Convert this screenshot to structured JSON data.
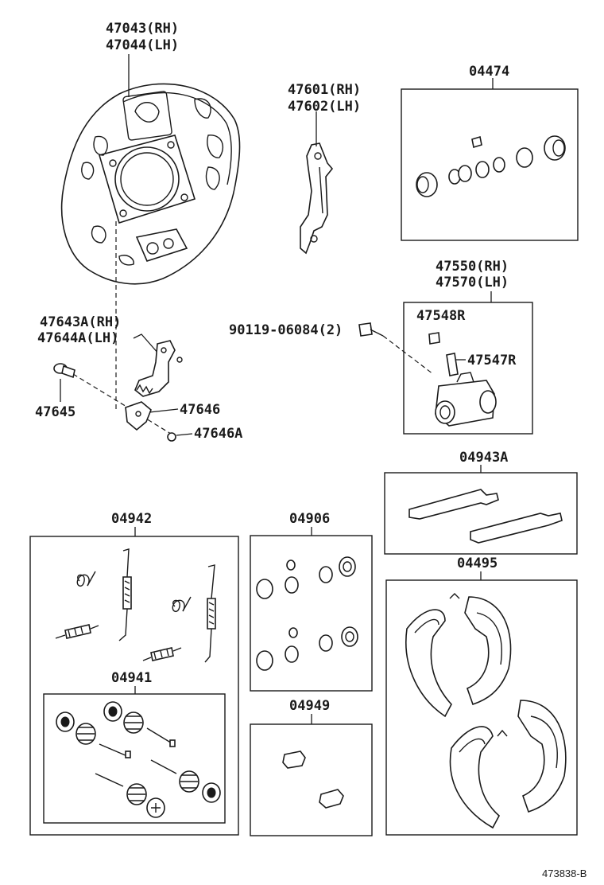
{
  "labels": {
    "backing_plate_rh": "47043(RH)",
    "backing_plate_lh": "47044(LH)",
    "lever_rh": "47601(RH)",
    "lever_lh": "47602(LH)",
    "wheel_cyl_kit": "04474",
    "wheel_cyl_rh": "47550(RH)",
    "wheel_cyl_lh": "47570(LH)",
    "bleeder_cap": "47548R",
    "bleeder_plug": "47547R",
    "bolt": "90119-06084(2)",
    "adjust_lever_rh": "47643A(RH)",
    "adjust_lever_lh": "47644A(LH)",
    "pin": "47645",
    "washer": "47646",
    "clip": "47646A",
    "adjust_kit": "04943A",
    "spring_kit": "04942",
    "cup_kit": "04906",
    "shoe_kit": "04495",
    "hold_kit": "04941",
    "boot_kit": "04949"
  },
  "figure_ref": "473838-B"
}
